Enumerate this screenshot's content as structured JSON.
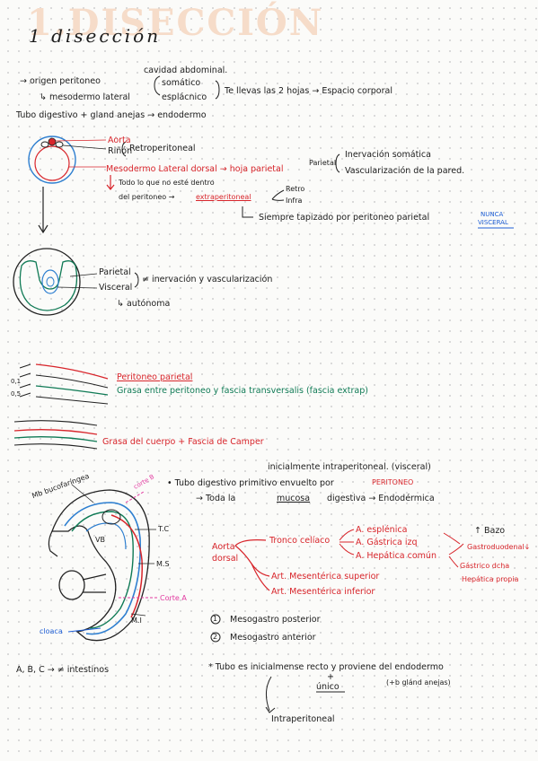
{
  "header": {
    "title_outline": "1.DISECCIÓN",
    "title_cursive": "1 disección"
  },
  "origin": {
    "origin": "→ origen peritoneo",
    "cavity": "cavidad abdominal.",
    "somatic": "somático",
    "splanchnic": "esplácnico",
    "mesoderm": "↳ mesodermo lateral",
    "two_layers": "Te llevas las 2 hojas → Espacio corporal",
    "gut_tube": "Tubo digestivo + gland anejas → endodermo"
  },
  "section1": {
    "aorta": "Aorta",
    "kidney": "Riñón",
    "retro": "Retroperitoneal",
    "mesoderm_dorsal": "Mesodermo Lateral dorsal → hoja parietal",
    "not_inside_1": "Todo lo que no esté dentro",
    "not_inside_2": "del peritoneo →",
    "extraperitoneal": "extraperitoneal",
    "retro_short": "Retro",
    "infra": "Infra",
    "always_lined": "Siempre tapizado por peritoneo parietal",
    "never": "NUNCA",
    "visceral_caps": "VISCERAL",
    "parietal_label": "Parietal",
    "somatic_innervation": "Inervación somática",
    "wall_vasc": "Vascularización de la pared."
  },
  "section2": {
    "parietal": "Parietal",
    "visceral": "Visceral",
    "innervation": "≠ inervación y vascularización",
    "autonomous": "↳ autónoma"
  },
  "layers": {
    "label_a": "0,1",
    "label_b": "0,5",
    "peritoneo_parietal": "Peritoneo parietal",
    "grasa_entre": "Grasa entre peritoneo y fascia transversalis (fascia extrap)",
    "grasa_cuerpo": "Grasa del cuerpo + Fascia de Camper"
  },
  "embryo": {
    "bucofaringea": "Mb bucofaríngea",
    "corte_b": "corte B",
    "tc": "T.C",
    "ms": "M.S",
    "mi": "M.I",
    "corte_a": "Corte A",
    "cloaca": "cloaca",
    "vb": "VB"
  },
  "gut": {
    "initially": "inicialmente intraperitoneal. (visceral)",
    "primitive": "• Tubo digestivo primitivo envuelto por",
    "peritoneo": "PERITONEO",
    "mucosa_pre": "→ Toda la",
    "mucosa": "mucosa",
    "mucosa_post": "digestiva → Endodérmica",
    "aorta_dorsal_1": "Aorta",
    "aorta_dorsal_2": "dorsal",
    "tronco": "Tronco celíaco",
    "esplenica": "A. esplénica",
    "gastrica": "A. Gástrica izq",
    "hepatica": "A. Hepática común",
    "bazo": "↑ Bazo",
    "gastroduodenal": "Gastroduodenal↓",
    "gastrico_dcha": "Gástrico dcha",
    "hepatica_propia": "Hepática propia",
    "mes_sup": "Art. Mesentérica superior",
    "mes_inf": "Art. Mesentérica inferior",
    "meso1_num": "1",
    "meso1": "Mesogastro posterior",
    "meso2_num": "2",
    "meso2": "Mesogastro anterior"
  },
  "bottom": {
    "abc": "A, B, C → ≠ intestinos",
    "tube_straight": "* Tubo es inicialmense recto y proviene del endodermo",
    "plus": "+",
    "unico": "único",
    "glands": "(+b glánd anejas)",
    "intraperitoneal": "Intraperitoneal"
  }
}
